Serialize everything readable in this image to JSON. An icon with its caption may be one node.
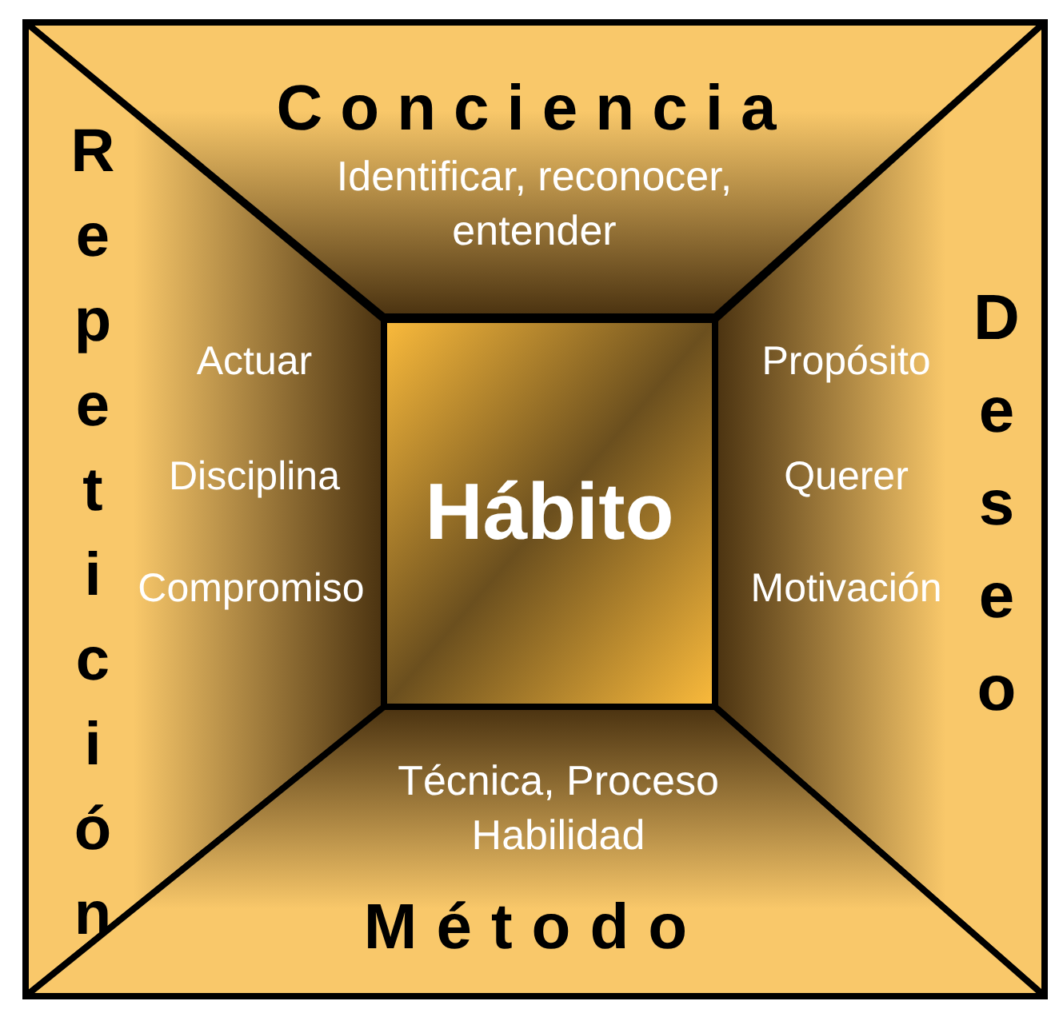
{
  "diagram": {
    "nodes": [
      {
        "text": [
          "Conciencia",
          "Identificar, reconocer, entender"
        ]
      },
      {
        "text": [
          "Repetición",
          "Actuar",
          "Disciplina",
          "Compromiso"
        ]
      },
      {
        "text": [
          "Hábito"
        ]
      },
      {
        "text": [
          "Deseo",
          "Propósito",
          "Querer",
          "Motivación"
        ]
      },
      {
        "text": [
          "Técnica, Proceso Habilidad",
          "Método"
        ]
      }
    ]
  }
}
